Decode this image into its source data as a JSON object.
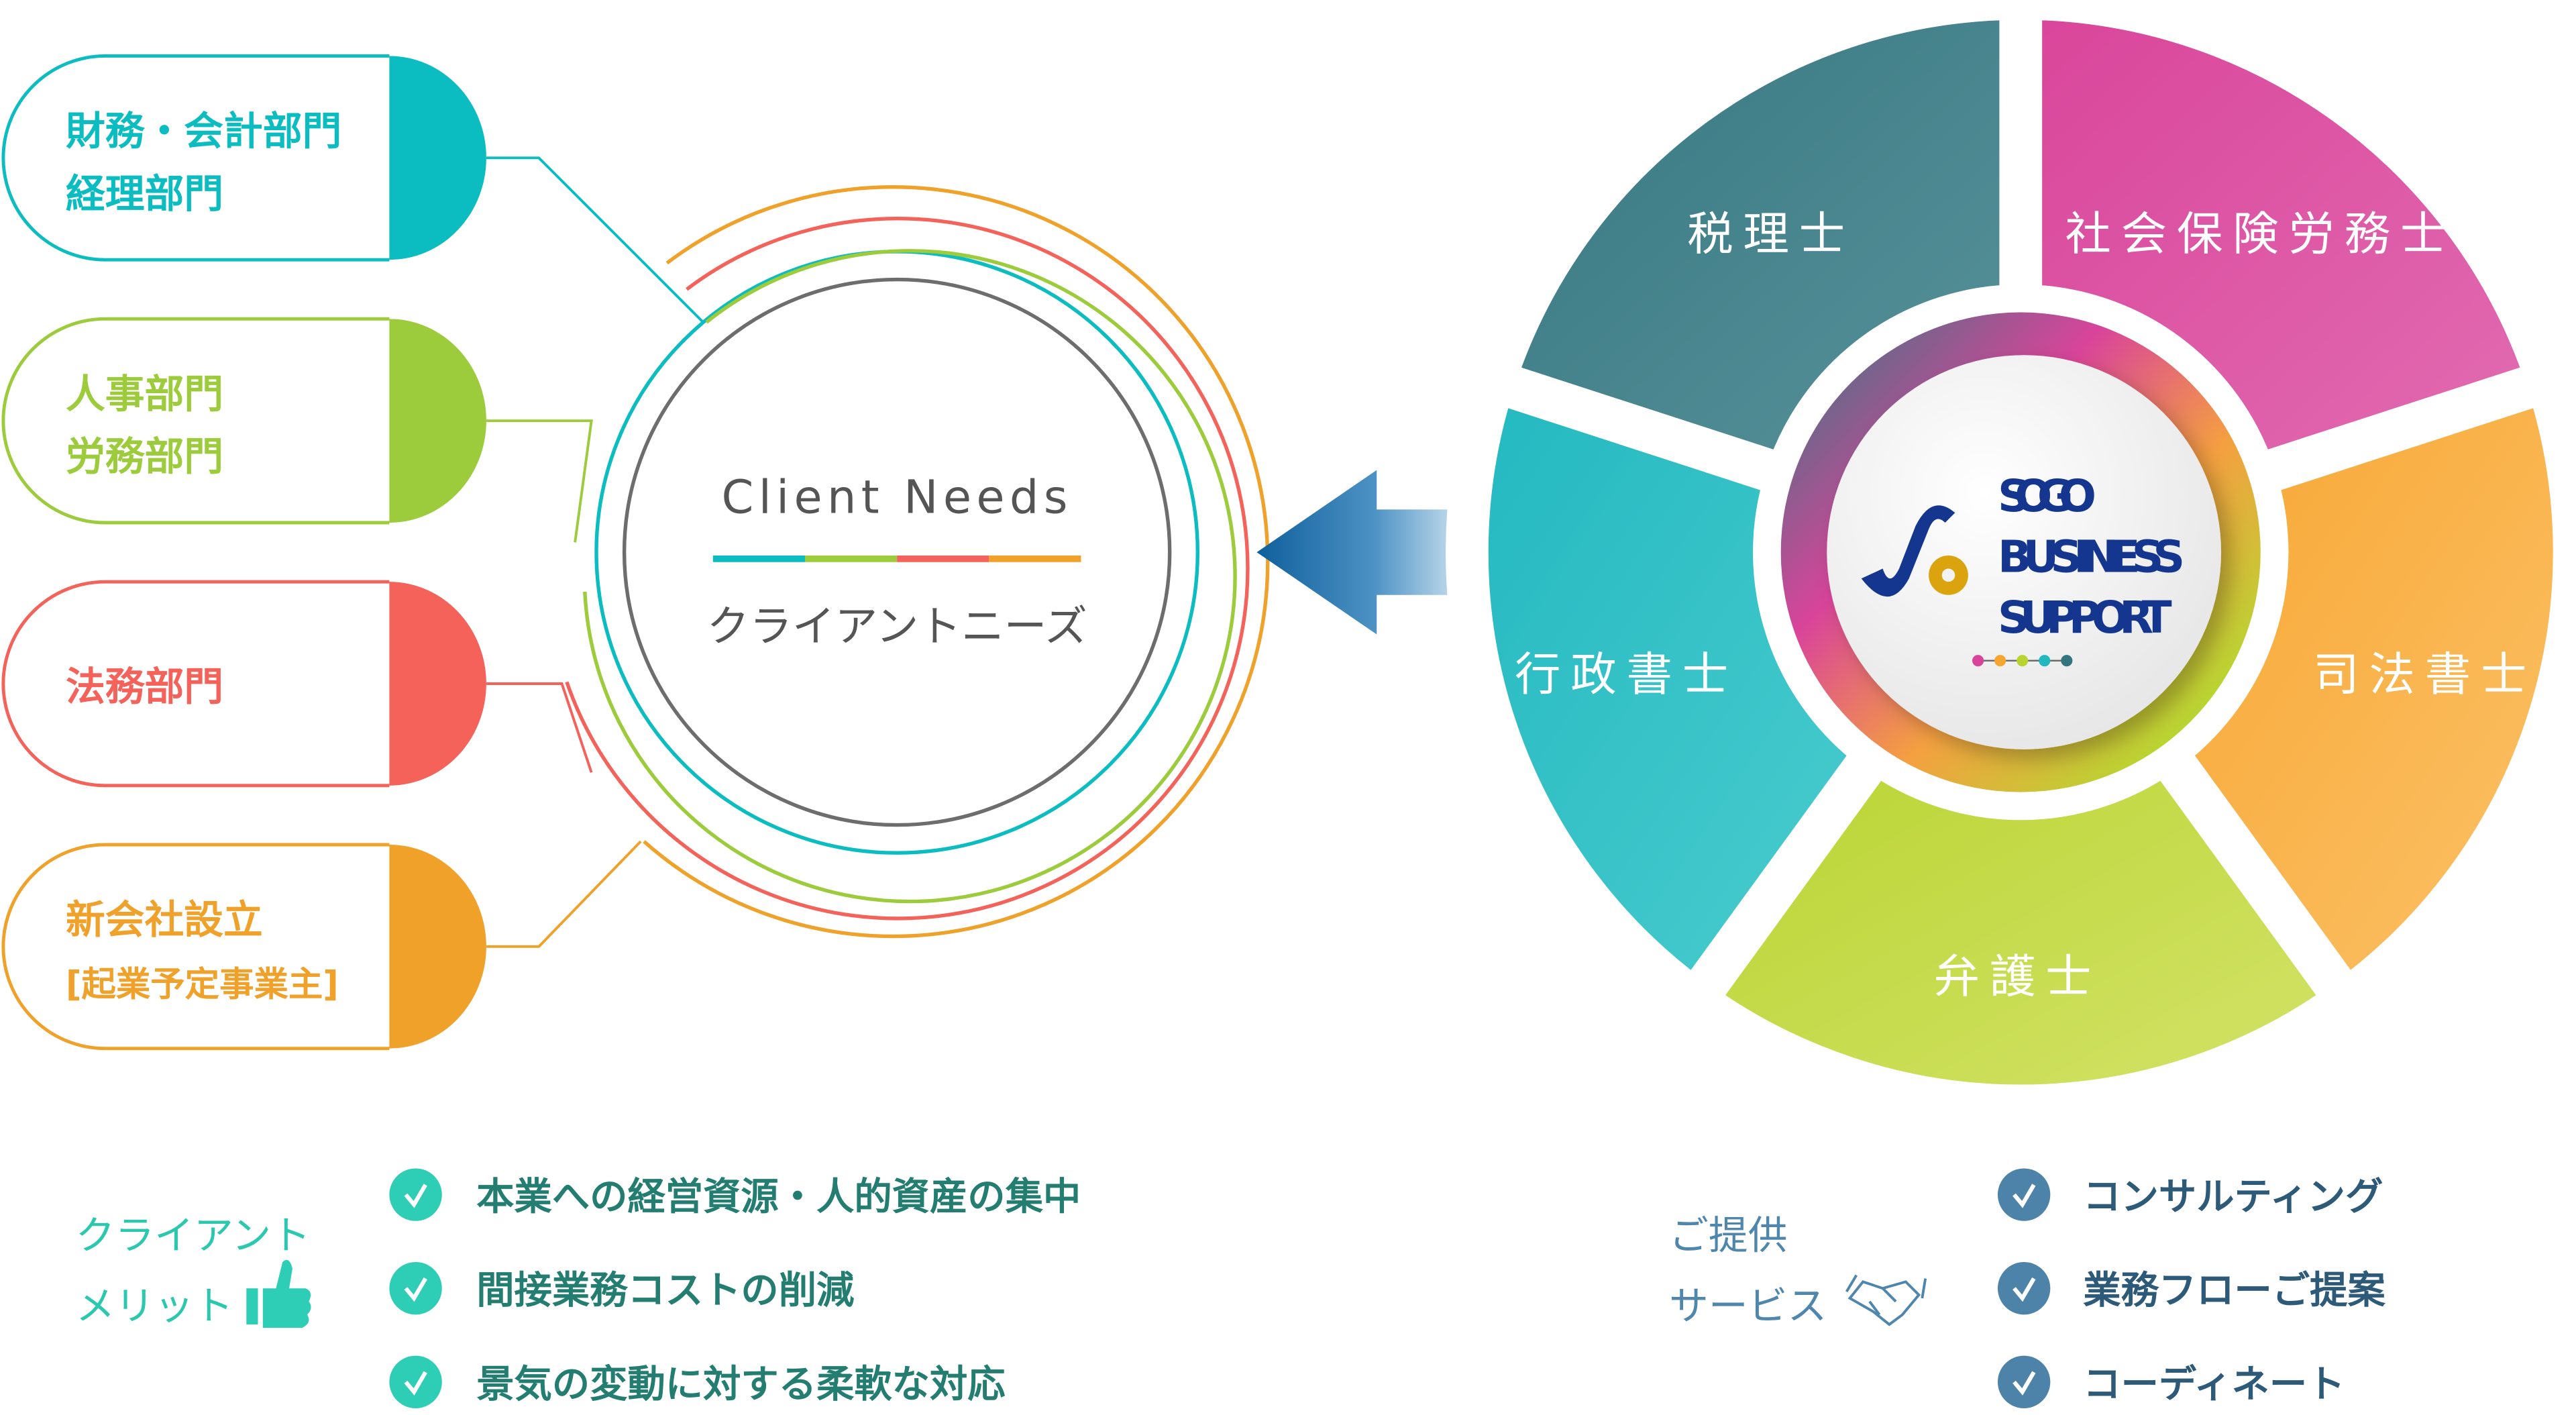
{
  "client_departments": [
    {
      "lines": [
        "財務・会計部門",
        "経理部門"
      ],
      "color": "#0bbcc0"
    },
    {
      "lines": [
        "人事部門",
        "労務部門"
      ],
      "color": "#9ccb3b"
    },
    {
      "lines": [
        "法務部門"
      ],
      "color": "#f4625a"
    },
    {
      "lines": [
        "新会社設立",
        "[起業予定事業主]"
      ],
      "color": "#f0a12a"
    }
  ],
  "client_needs": {
    "title_en": "Client Needs",
    "title_ja": "クライアントニーズ"
  },
  "services_wheel": {
    "segments": [
      {
        "label": "社会保険労務士",
        "color_a": "#d9449a",
        "color_b": "#e26db2"
      },
      {
        "label": "司法書士",
        "color_a": "#f7a531",
        "color_b": "#fcc36a"
      },
      {
        "label": "弁護士",
        "color_a": "#b9d431",
        "color_b": "#d4e36a"
      },
      {
        "label": "行政書士",
        "color_a": "#22b8c0",
        "color_b": "#4ccdcf"
      },
      {
        "label": "税理士",
        "color_a": "#347680",
        "color_b": "#5a939b"
      }
    ],
    "logo": {
      "lines": [
        "SOGO",
        "BUSINESS",
        "SUPPORT"
      ],
      "color": "#14368f",
      "accent": "#dba40e",
      "dots": [
        "#d9449a",
        "#f7a531",
        "#b9d431",
        "#22b8c0",
        "#347680"
      ]
    }
  },
  "client_merit": {
    "title": [
      "クライアント",
      "メリット"
    ],
    "icon": "thumbs-up-icon",
    "items": [
      "本業への経営資源・人的資産の集中",
      "間接業務コストの削減",
      "景気の変動に対する柔軟な対応"
    ],
    "accent": "#2ecdb5",
    "text_color": "#237d70"
  },
  "provided_services": {
    "title": [
      "ご提供",
      "サービス"
    ],
    "icon": "handshake-icon",
    "items": [
      "コンサルティング",
      "業務フローご提案",
      "コーディネート"
    ],
    "accent": "#4d83a9",
    "text_color": "#2d5a78"
  }
}
